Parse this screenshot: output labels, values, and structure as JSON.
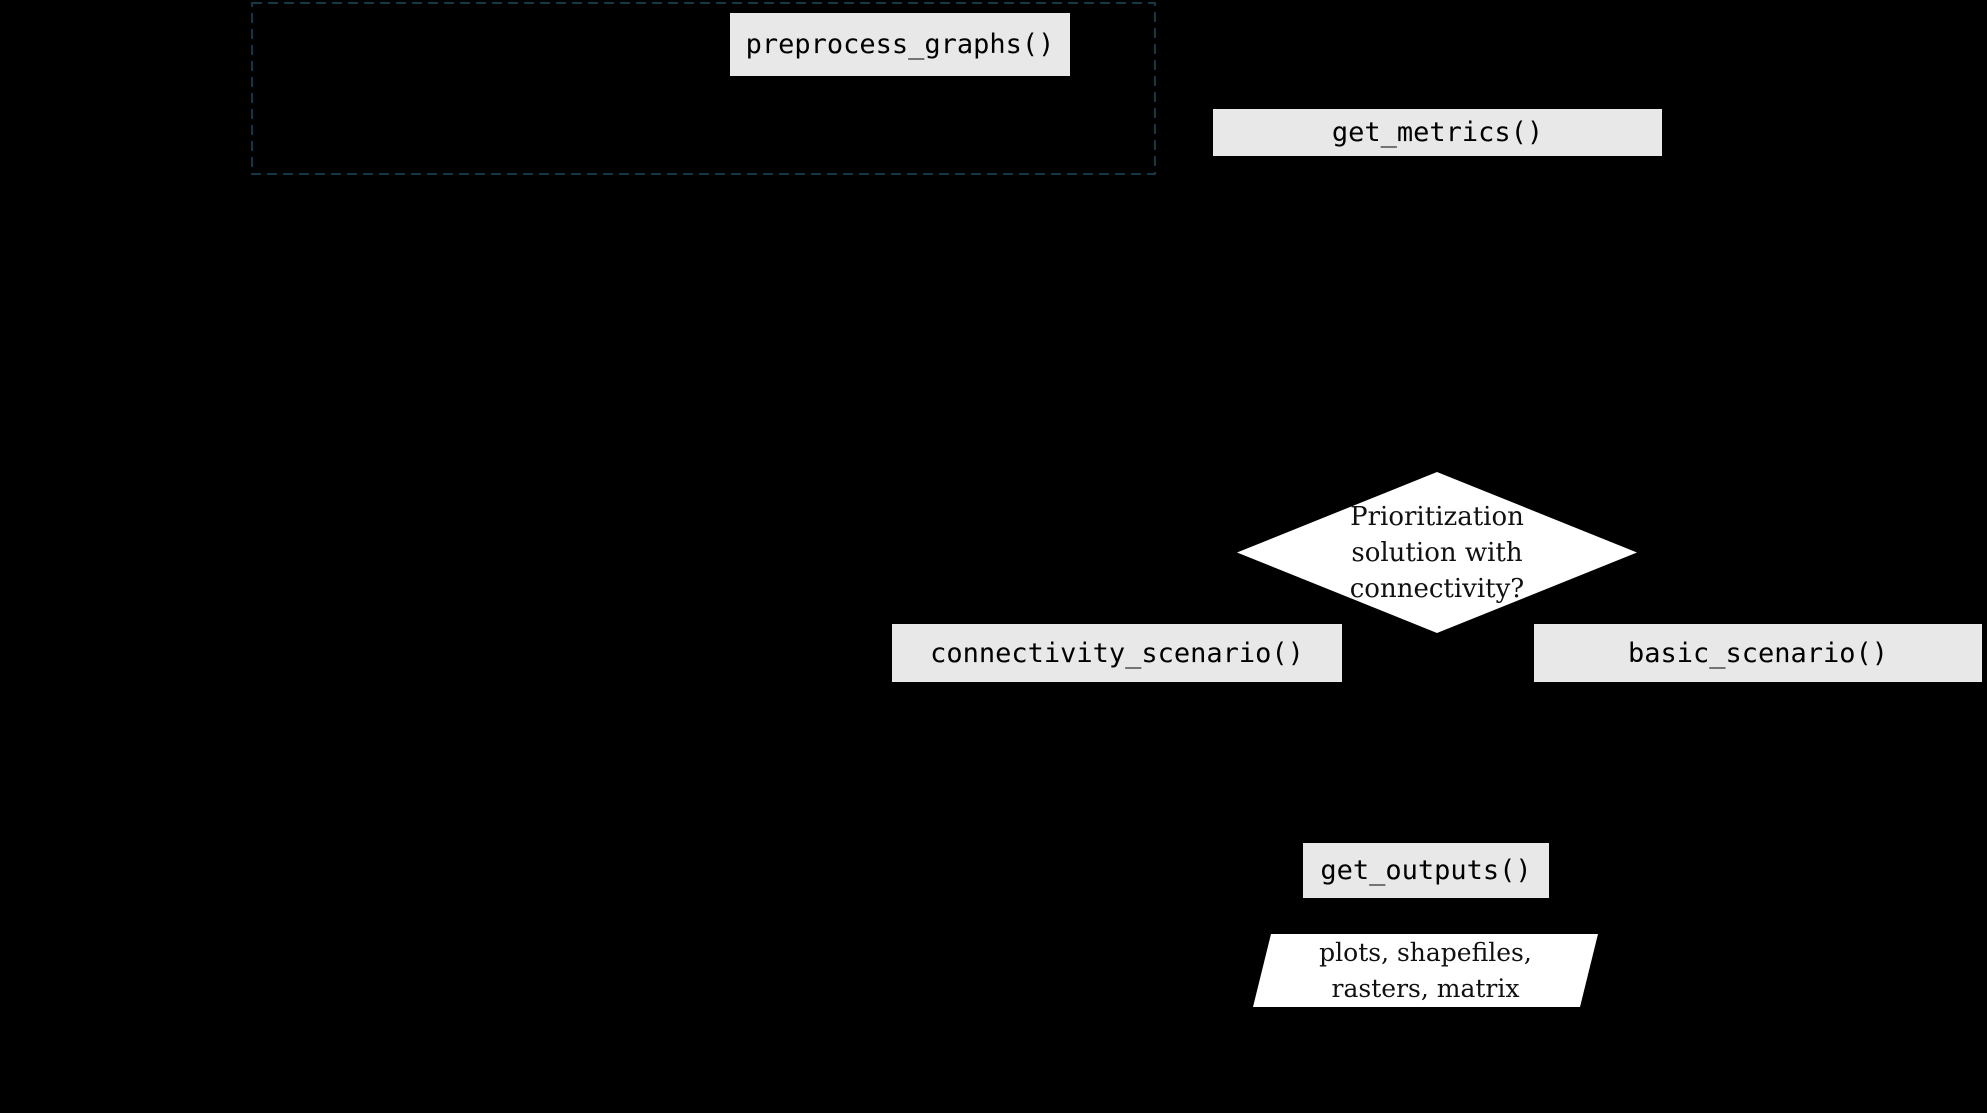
{
  "canvas": {
    "background": "#000000"
  },
  "palette": {
    "function_box_fill": "#e8e8e8",
    "function_box_text": "#000000",
    "shape_fill": "#ffffff",
    "shape_text": "#111111",
    "dashed_border": "#143744"
  },
  "flowchart": {
    "nodes": {
      "preprocess": {
        "type": "function",
        "label": "preprocess_graphs()"
      },
      "get_metrics": {
        "type": "function",
        "label": "get_metrics()"
      },
      "connectivity_scenario": {
        "type": "function",
        "label": "connectivity_scenario()"
      },
      "basic_scenario": {
        "type": "function",
        "label": "basic_scenario()"
      },
      "get_outputs": {
        "type": "function",
        "label": "get_outputs()"
      }
    },
    "decision": {
      "type": "decision",
      "line1": "Prioritization",
      "line2": "solution with",
      "line3": "connectivity?"
    },
    "output": {
      "type": "data",
      "line1": "plots, shapefiles,",
      "line2": "rasters, matrix"
    }
  }
}
